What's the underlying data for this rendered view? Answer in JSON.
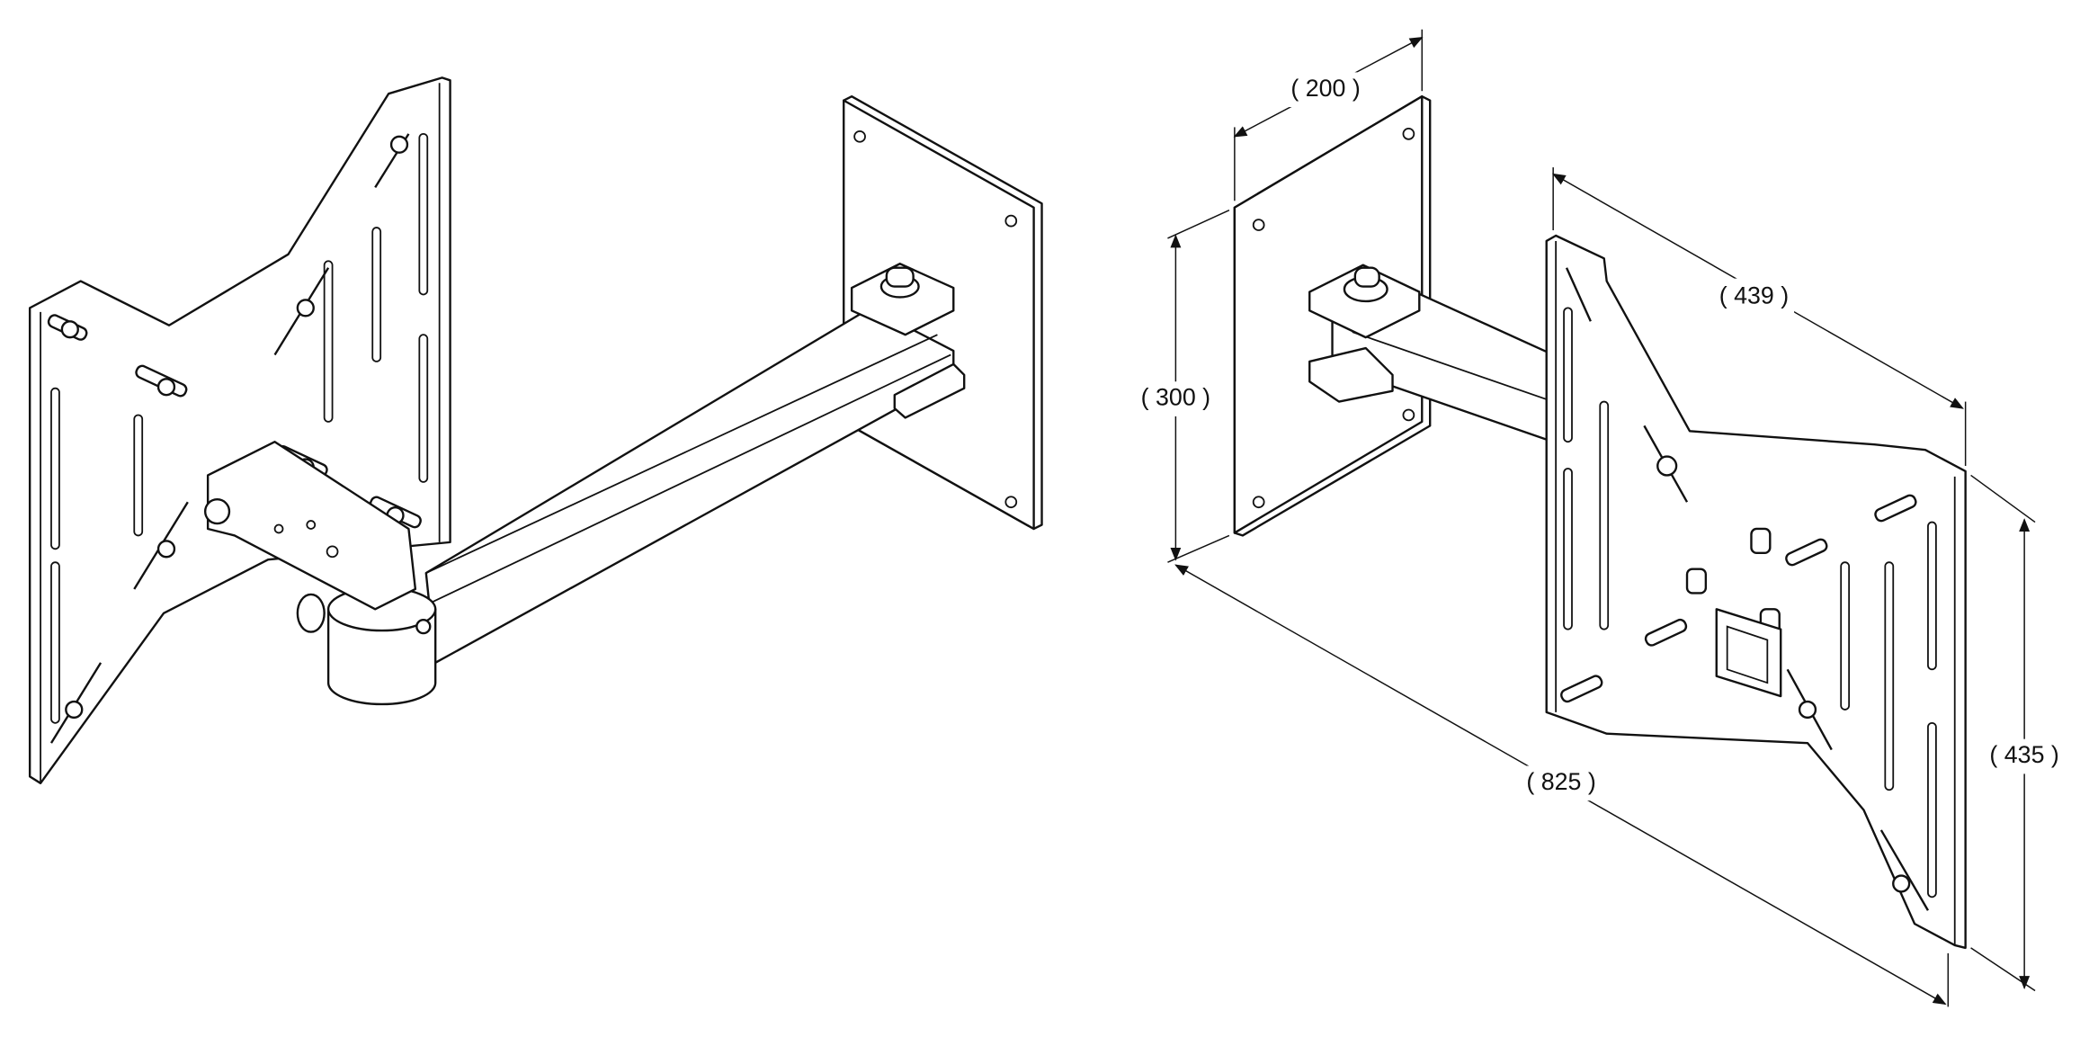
{
  "drawing": {
    "title": "Wall mount bracket with swivel arm",
    "dimensions": {
      "wall_plate_width": "( 200 )",
      "wall_plate_height": "( 300 )",
      "adapter_plate_width": "( 439 )",
      "adapter_plate_height": "( 435 )",
      "overall_depth": "( 825 )"
    }
  }
}
